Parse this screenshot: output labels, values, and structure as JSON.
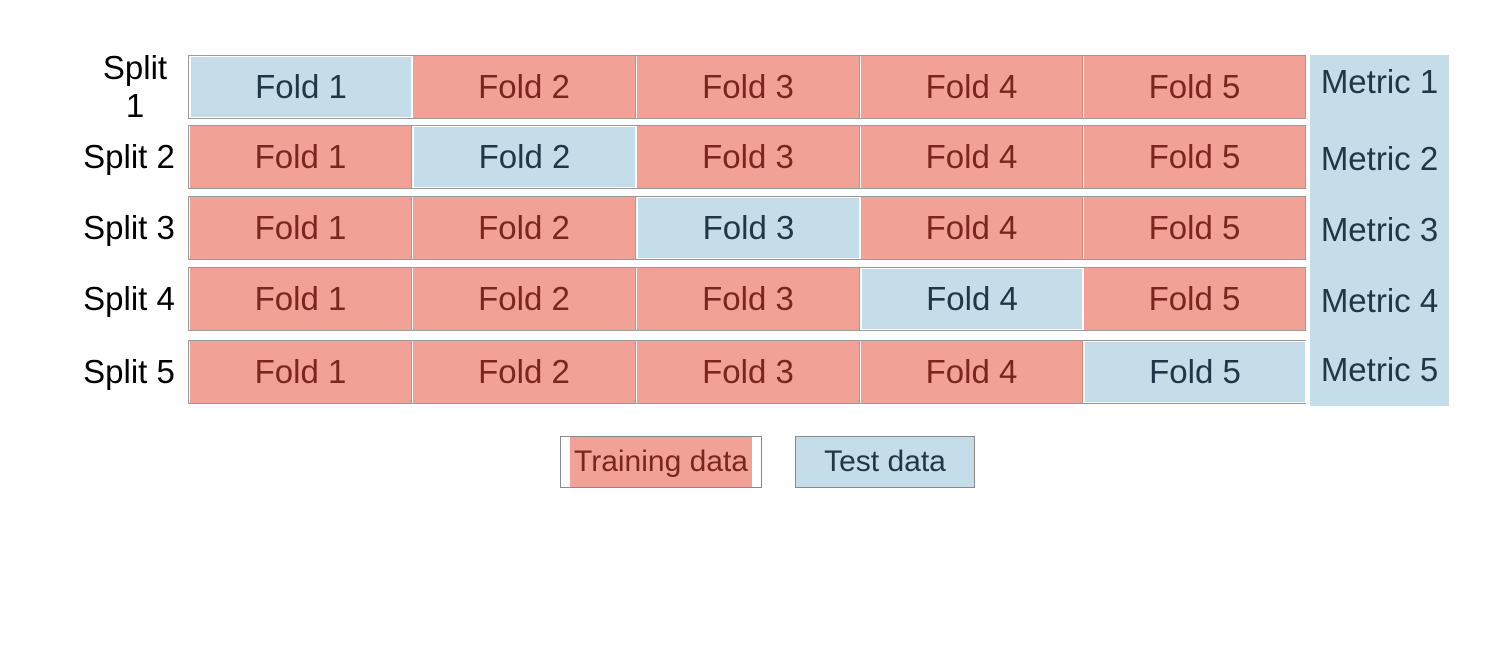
{
  "colors": {
    "training": "#f2a197",
    "test": "#c4dde9",
    "training_text": "#7a2620",
    "test_text": "#213748"
  },
  "rows": [
    {
      "split": "Split 1",
      "metric": "Metric 1",
      "folds": [
        "Fold 1",
        "Fold 2",
        "Fold 3",
        "Fold 4",
        "Fold 5"
      ],
      "test_index": 0
    },
    {
      "split": "Split 2",
      "metric": "Metric 2",
      "folds": [
        "Fold 1",
        "Fold 2",
        "Fold 3",
        "Fold 4",
        "Fold 5"
      ],
      "test_index": 1
    },
    {
      "split": "Split 3",
      "metric": "Metric 3",
      "folds": [
        "Fold 1",
        "Fold 2",
        "Fold 3",
        "Fold 4",
        "Fold 5"
      ],
      "test_index": 2
    },
    {
      "split": "Split 4",
      "metric": "Metric 4",
      "folds": [
        "Fold 1",
        "Fold 2",
        "Fold 3",
        "Fold 4",
        "Fold 5"
      ],
      "test_index": 3
    },
    {
      "split": "Split 5",
      "metric": "Metric 5",
      "folds": [
        "Fold 1",
        "Fold 2",
        "Fold 3",
        "Fold 4",
        "Fold 5"
      ],
      "test_index": 4
    }
  ],
  "legend": {
    "training": "Training data",
    "test": "Test data"
  }
}
